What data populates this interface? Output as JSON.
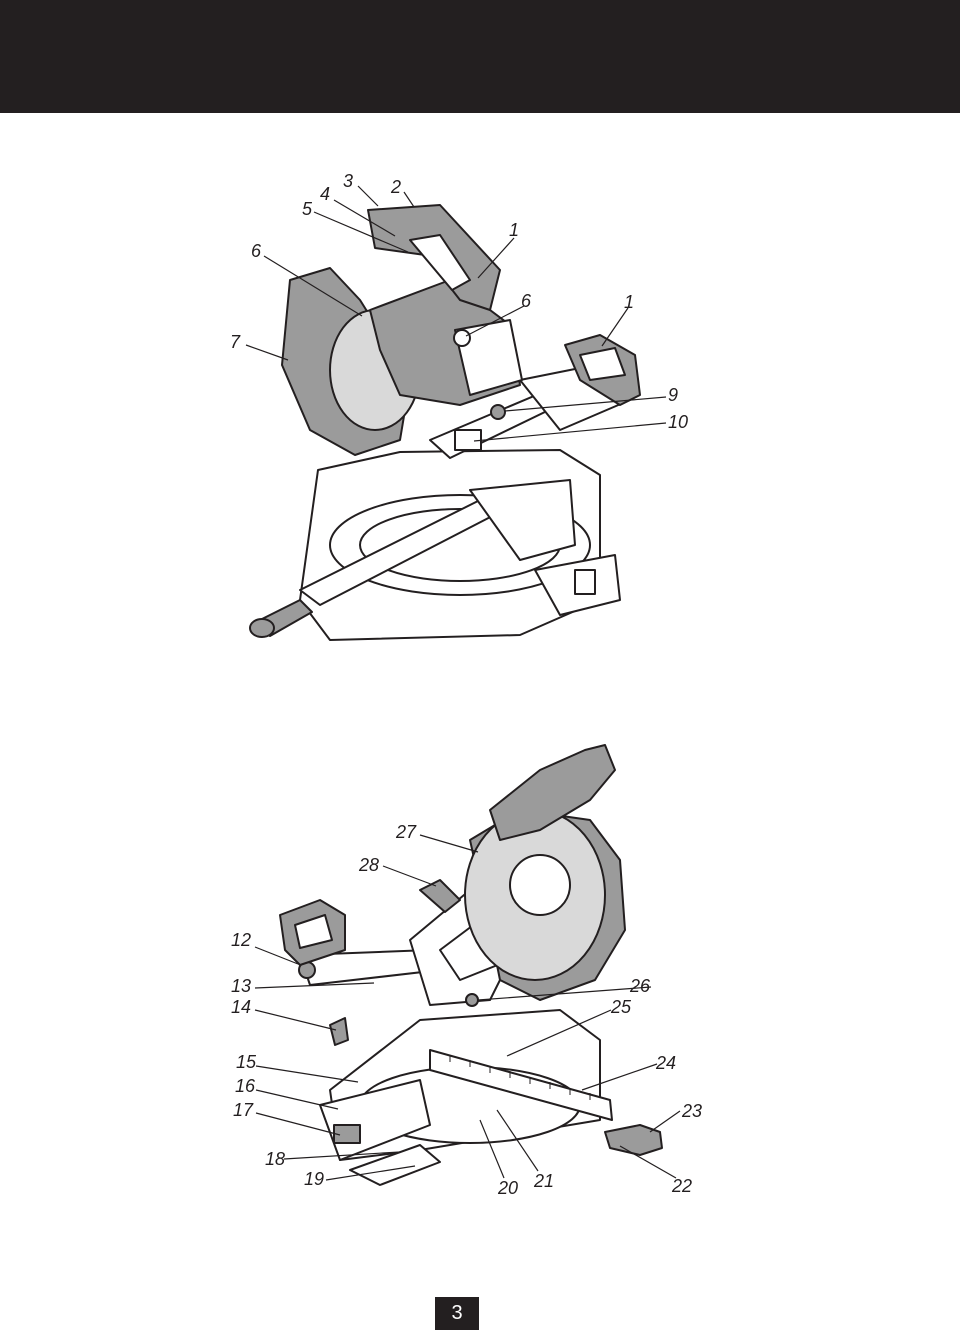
{
  "figure_top": {
    "labels": {
      "c1a": "1",
      "c2": "2",
      "c3": "3",
      "c4": "4",
      "c5": "5",
      "c6a": "6",
      "c6b": "6",
      "c7": "7",
      "c1b": "1",
      "c9": "9",
      "c10": "10"
    }
  },
  "figure_bottom": {
    "labels": {
      "c27": "27",
      "c28": "28",
      "c12": "12",
      "c13": "13",
      "c14": "14",
      "c26": "26",
      "c25": "25",
      "c15": "15",
      "c16": "16",
      "c17": "17",
      "c24": "24",
      "c23": "23",
      "c18": "18",
      "c19": "19",
      "c20": "20",
      "c21": "21",
      "c22": "22"
    }
  },
  "footer": {
    "page_number": "3"
  }
}
